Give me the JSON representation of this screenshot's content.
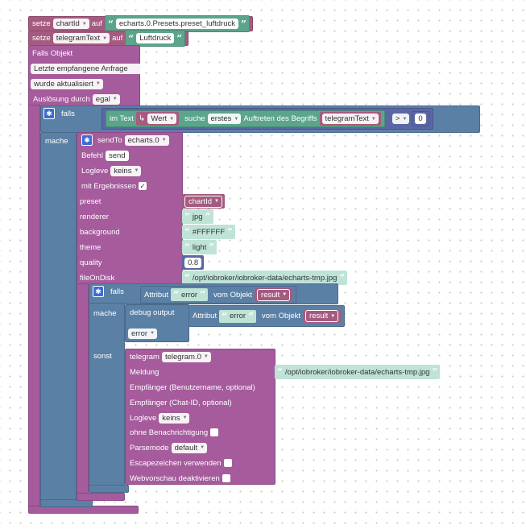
{
  "blocks": {
    "set_chartid": {
      "label_set": "setze",
      "var": "chartId",
      "label_to": "auf",
      "value": "echarts.0.Presets.preset_luftdruck"
    },
    "set_telegramtext": {
      "label_set": "setze",
      "var": "telegramText",
      "label_to": "auf",
      "value": "Luftdruck"
    },
    "trigger": {
      "title": "Falls Objekt",
      "object": "Letzte empfangene Anfrage",
      "condition": "wurde aktualisiert",
      "trigger_label": "Auslösung durch",
      "trigger_value": "egal"
    },
    "if1": {
      "if_label": "falls",
      "do_label": "mache",
      "text_label": "im Text",
      "var_value": "Wert",
      "search_label": "suche",
      "search_mode": "erstes",
      "occurrence_label": "Auftreten des Begriffs",
      "term_var": "telegramText",
      "operator": ">",
      "number": "0"
    },
    "sendto": {
      "title": "sendTo",
      "instance": "echarts.0",
      "command_label": "Befehl",
      "command_value": "send",
      "loglevel_label": "Logleve",
      "loglevel_value": "keins",
      "results_label": "mit Ergebnissen",
      "results_check": "✓",
      "params": [
        {
          "name": "preset",
          "kind": "var",
          "value": "chartId"
        },
        {
          "name": "renderer",
          "kind": "str",
          "value": "jpg"
        },
        {
          "name": "background",
          "kind": "str",
          "value": "#FFFFFF"
        },
        {
          "name": "theme",
          "kind": "str",
          "value": "light"
        },
        {
          "name": "quality",
          "kind": "num",
          "value": "0.8"
        },
        {
          "name": "fileOnDisk",
          "kind": "str",
          "value": "/opt/iobroker/iobroker-data/echarts-tmp.jpg"
        }
      ]
    },
    "if2": {
      "if_label": "falls",
      "attr_label": "Attribut",
      "attr_value": "error",
      "from_label": "vom Objekt",
      "obj_value": "result",
      "do_label": "mache",
      "else_label": "sonst"
    },
    "debug": {
      "title": "debug output",
      "attr_label": "Attribut",
      "attr_value": "error",
      "from_label": "vom Objekt",
      "obj_value": "result",
      "level": "error"
    },
    "telegram": {
      "title": "telegram",
      "instance": "telegram.0",
      "message_label": "Meldung",
      "message_value": "/opt/iobroker/iobroker-data/echarts-tmp.jpg",
      "recipient_user_label": "Empfänger (Benutzername, optional)",
      "recipient_chat_label": "Empfänger (Chat-ID, optional)",
      "loglevel_label": "Logleve",
      "loglevel_value": "keins",
      "no_notify_label": "ohne Benachrichtigung",
      "parsemode_label": "Parsemode",
      "parsemode_value": "default",
      "escape_label": "Escapezeichen verwenden",
      "webpreview_label": "Webvorschau deaktivieren"
    }
  },
  "colors": {
    "variables": "#a55b80",
    "events": "#a55b9c",
    "logic": "#5b80a5",
    "text": "#5ba58c",
    "math": "#5b67a5"
  }
}
